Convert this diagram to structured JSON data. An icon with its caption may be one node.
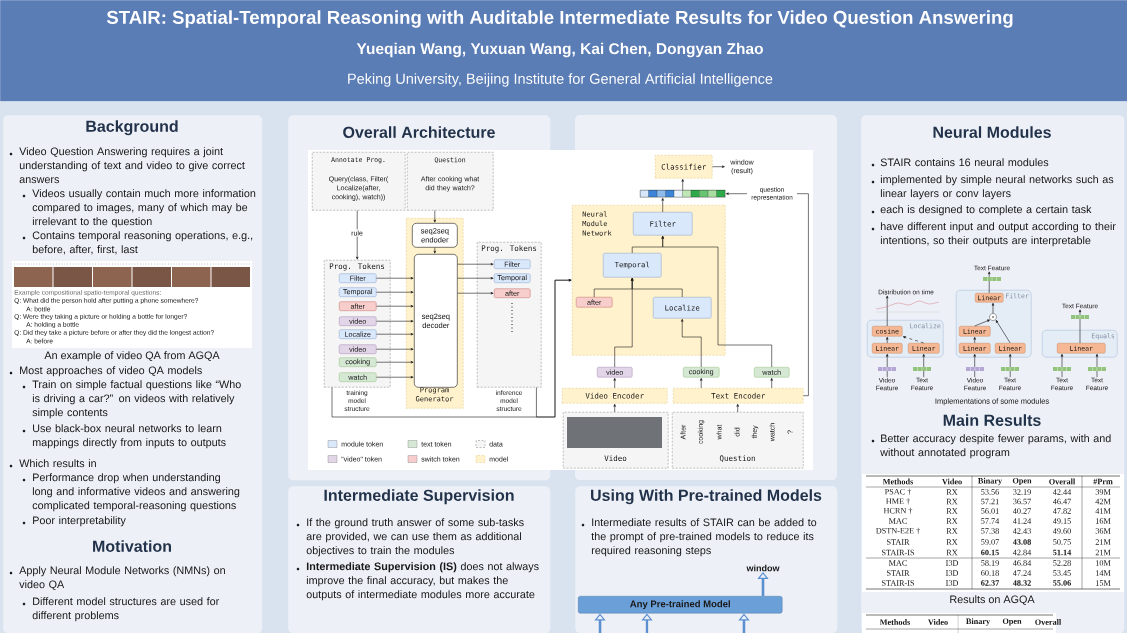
{
  "diagram": {
    "nodes": [
      {
        "text": [
          "STAIR: Spatial-Temporal Reasoning with Auditable Intermediate Results for Video Question Answering",
          "Yueqian Wang, Yuxuan Wang, Kai Chen, Dongyan Zhao",
          "Peking University, Beijing Institute for General Artificial Intelligence"
        ]
      },
      {
        "text": [
          "Background",
          "Video Question Answering requires a joint understanding of text and video to give correct answers",
          "Videos usually contain much more information compared to images, many of which may be irrelevant to the question",
          "Contains temporal reasoning operations, e.g., before, after, first, last",
          "An example of video QA from AGQA",
          "Most approaches of video QA models",
          "Train on simple factual questions like “Who is driving a car?” on videos with relatively simple contents",
          "Use black-box neural networks to learn mappings directly from inputs to outputs",
          "Which results in",
          "Performance drop when understanding long and informative videos and answering complicated temporal-reasoning questions",
          "Poor interpretability",
          "Motivation",
          "Apply Neural Module Networks (NMNs) on video QA",
          "Different model structures are used for different problems"
        ]
      },
      {
        "text": [
          "Overall Architecture"
        ]
      },
      {
        "text": [
          "Intermediate Supervision",
          "If the ground truth answer of some sub-tasks are provided, we can use them as additional objectives to train the modules",
          "**Intermediate Supervision (IS)** does not always improve the final accuracy, but makes the outputs of intermediate modules more accurate"
        ]
      },
      {
        "text": [
          "Using With Pre-trained Models",
          "Intermediate results of STAIR can be added to the prompt of pre-trained models to reduce its required reasoning steps"
        ]
      },
      {
        "text": [
          "Neural Modules",
          "STAIR contains 16 neural modules",
          "implemented by simple neural networks such as linear layers or conv layers",
          "each is designed to complete a certain task",
          "have different input and output according to their intentions, so their outputs are interpretable",
          "Implementations of some modules",
          "Main Results",
          "Better accuracy despite fewer params, with and without annotated program",
          "Results on AGQA"
        ]
      },
      {
        "text": [
          "Annotate Prog.",
          "Query(class, Filter( Localize(after, cooking), watch))"
        ],
        "in": 2
      },
      {
        "text": [
          "Question",
          "After cooking what did they watch?"
        ],
        "in": 2
      },
      {
        "text": [
          "Program Generator"
        ],
        "in": 2
      },
      {
        "text": [
          "seq2seq endoder"
        ],
        "in": 8
      },
      {
        "text": [
          "seq2seq decoder"
        ],
        "in": 8
      },
      {
        "text": [
          "Prog. Tokens"
        ],
        "beside": [
          "training model structure"
        ],
        "in": 2
      },
      {
        "text": [
          "Filter"
        ],
        "in": 11
      },
      {
        "text": [
          "Temporal"
        ],
        "in": 11
      },
      {
        "text": [
          "after"
        ],
        "in": 11
      },
      {
        "text": [
          "video"
        ],
        "in": 11
      },
      {
        "text": [
          "Localize"
        ],
        "in": 11
      },
      {
        "text": [
          "video"
        ],
        "in": 11
      },
      {
        "text": [
          "cooking"
        ],
        "in": 11
      },
      {
        "text": [
          "watch"
        ],
        "in": 11
      },
      {
        "text": [
          "Prog. Tokens"
        ],
        "beside": [
          "inference model structure"
        ],
        "in": 2
      },
      {
        "text": [
          "Filter"
        ],
        "in": 20
      },
      {
        "text": [
          "Temporal"
        ],
        "in": 20
      },
      {
        "text": [
          "after"
        ],
        "in": 20
      },
      {
        "text": [
          "Neural Module Network"
        ]
      },
      {
        "text": [
          "Filter"
        ],
        "in": 24
      },
      {
        "text": [
          "Temporal"
        ],
        "in": 24
      },
      {
        "text": [
          "after"
        ],
        "in": 24
      },
      {
        "text": [
          "Localize"
        ],
        "in": 24
      },
      {
        "text": [
          "Classifier"
        ]
      },
      {
        "text": [],
        "shape": "bar"
      },
      {
        "text": [
          "window (result)"
        ]
      },
      {
        "text": [
          "video"
        ]
      },
      {
        "text": [
          "cooking"
        ]
      },
      {
        "text": [
          "watch"
        ]
      },
      {
        "text": [
          "Video Encoder"
        ]
      },
      {
        "text": [
          "Text Encoder"
        ]
      },
      {
        "text": [
          "Video"
        ]
      },
      {
        "text": [
          "After",
          "cooking",
          "what",
          "did",
          "they",
          "watch",
          "?",
          "Question"
        ]
      },
      {
        "text": [
          "Localize"
        ],
        "in": 5
      },
      {
        "text": [
          "cosine"
        ],
        "in": 39
      },
      {
        "text": [
          "Linear"
        ],
        "in": 39
      },
      {
        "text": [
          "Linear"
        ],
        "in": 39
      },
      {
        "text": [
          "Distribution on time"
        ],
        "in": 5
      },
      {
        "text": [
          "Video Feature"
        ],
        "in": 5
      },
      {
        "text": [
          "Text Feature"
        ],
        "in": 5
      },
      {
        "text": [
          "Filter"
        ],
        "in": 5
      },
      {
        "text": [
          "Linear"
        ],
        "in": 46
      },
      {
        "text": [],
        "shape": "circle",
        "in": 46
      },
      {
        "text": [
          "Linear"
        ],
        "in": 46
      },
      {
        "text": [
          "Linear"
        ],
        "in": 46
      },
      {
        "text": [
          "Linear"
        ],
        "in": 46
      },
      {
        "text": [
          "Text Feature"
        ],
        "in": 5
      },
      {
        "text": [
          "Video Feature"
        ],
        "in": 5
      },
      {
        "text": [
          "Text Feature"
        ],
        "in": 5
      },
      {
        "text": [
          "Equals"
        ],
        "in": 5
      },
      {
        "text": [
          "Linear"
        ],
        "in": 55
      },
      {
        "text": [
          "Text Feature"
        ],
        "in": 5
      },
      {
        "text": [
          "Text Feature"
        ],
        "in": 5
      },
      {
        "text": [
          "Text Feature"
        ],
        "in": 5
      },
      {
        "text": [
          "window"
        ],
        "in": 4
      },
      {
        "text": [
          "Any Pre-trained Model"
        ],
        "in": 4
      }
    ],
    "edges": [
      {
        "from": 6,
        "to": 11,
        "arrow": "to",
        "label": "rule"
      },
      {
        "from": 7,
        "to": 9,
        "arrow": "to"
      },
      {
        "from": 9,
        "to": 10,
        "arrow": "to"
      },
      {
        "from": 12,
        "to": 10,
        "arrow": "to"
      },
      {
        "from": 13,
        "to": 10,
        "arrow": "to"
      },
      {
        "from": 14,
        "to": 10,
        "arrow": "to"
      },
      {
        "from": 15,
        "to": 10,
        "arrow": "to"
      },
      {
        "from": 16,
        "to": 10,
        "arrow": "to"
      },
      {
        "from": 17,
        "to": 10,
        "arrow": "to"
      },
      {
        "from": 18,
        "to": 10,
        "arrow": "to"
      },
      {
        "from": 19,
        "to": 10,
        "arrow": "to"
      },
      {
        "from": 10,
        "to": 21,
        "arrow": "to"
      },
      {
        "from": 10,
        "to": 22,
        "arrow": "to"
      },
      {
        "from": 10,
        "to": 23,
        "arrow": "to"
      },
      {
        "from": 11,
        "to": 24,
        "arrow": "to"
      },
      {
        "from": 20,
        "to": 24,
        "arrow": "to"
      },
      {
        "from": 30,
        "to": 29,
        "arrow": "to"
      },
      {
        "from": 29,
        "to": 31,
        "arrow": "to"
      },
      {
        "from": 36,
        "to": 30,
        "arrow": "to",
        "label": "question representation"
      },
      {
        "from": 25,
        "to": 30,
        "arrow": "to"
      },
      {
        "from": 26,
        "to": 25,
        "arrow": "to"
      },
      {
        "from": 34,
        "to": 25,
        "arrow": "to"
      },
      {
        "from": 32,
        "to": 26,
        "arrow": "to"
      },
      {
        "from": 27,
        "to": 26,
        "arrow": "to"
      },
      {
        "from": 28,
        "to": 26,
        "arrow": "to"
      },
      {
        "from": 33,
        "to": 28,
        "arrow": "to"
      },
      {
        "from": 35,
        "to": 32,
        "arrow": "to"
      },
      {
        "from": 36,
        "to": 33,
        "arrow": "to"
      },
      {
        "from": 36,
        "to": 34,
        "arrow": "to"
      },
      {
        "from": 37,
        "to": 35,
        "arrow": "to"
      },
      {
        "from": 38,
        "to": 36,
        "arrow": "to"
      },
      {
        "from": 44,
        "to": 41,
        "arrow": "to"
      },
      {
        "from": 45,
        "to": 42,
        "arrow": "to"
      },
      {
        "from": 41,
        "to": 40,
        "arrow": "to"
      },
      {
        "from": 42,
        "to": 40,
        "arrow": "to",
        "style": "dashed"
      },
      {
        "from": 40,
        "to": 43,
        "arrow": "to"
      },
      {
        "from": 53,
        "to": 50,
        "arrow": "to"
      },
      {
        "from": 54,
        "to": 51,
        "arrow": "to"
      },
      {
        "from": 50,
        "to": 49,
        "arrow": "to"
      },
      {
        "from": 49,
        "to": 48,
        "arrow": "to"
      },
      {
        "from": 51,
        "to": 48,
        "arrow": "to"
      },
      {
        "from": 48,
        "to": 47,
        "arrow": "to"
      },
      {
        "from": 47,
        "to": 52,
        "arrow": "to"
      },
      {
        "from": 58,
        "to": 56,
        "arrow": "to"
      },
      {
        "from": 59,
        "to": 56,
        "arrow": "to"
      },
      {
        "from": 56,
        "to": 57,
        "arrow": "to"
      },
      {
        "from": 61,
        "to": 60,
        "arrow": "to",
        "style": "thick",
        "color": "#5b8fd0"
      },
      {
        "from": null,
        "to": 61,
        "arrow": "to",
        "style": "thick",
        "color": "#5b8fd0"
      },
      {
        "from": null,
        "to": 61,
        "arrow": "to",
        "style": "thick",
        "color": "#5b8fd0"
      },
      {
        "from": null,
        "to": 61,
        "arrow": "to",
        "style": "thick",
        "color": "#5b8fd0"
      }
    ],
    "labels": [
      "Example compositional spatio-temporal questions:",
      "Q: What did the person hold after putting a phone somewhere?",
      "A: bottle",
      "Q: Were they taking a picture or holding a bottle for longer?",
      "A: holding a bottle",
      "Q: Did they take a picture before or after they did the longest action?",
      "A: before",
      "Methods",
      "Video",
      "Binary",
      "Open",
      "Overall",
      "#Prm",
      "PSAC †",
      "RX",
      "53.56",
      "32.19",
      "42.44",
      "39M",
      "HME †",
      "RX",
      "57.21",
      "36.57",
      "46.47",
      "42M",
      "HCRN †",
      "RX",
      "56.01",
      "40.27",
      "47.82",
      "41M",
      "MAC",
      "RX",
      "57.74",
      "41.24",
      "49.15",
      "16M",
      "DSTN-E2E †",
      "RX",
      "57.38",
      "42.43",
      "49.60",
      "36M",
      "STAIR",
      "RX",
      "59.07",
      "43.08",
      "50.75",
      "21M",
      "STAIR-IS",
      "RX",
      "60.15",
      "42.84",
      "51.14",
      "21M",
      "MAC",
      "I3D",
      "58.19",
      "46.84",
      "52.28",
      "10M",
      "STAIR",
      "I3D",
      "60.18",
      "47.24",
      "53.45",
      "14M",
      "STAIR-IS",
      "I3D",
      "62.37",
      "48.32",
      "55.06",
      "15M",
      "Methods",
      "Video",
      "Binary",
      "Open",
      "Overall"
    ],
    "legend": [
      {
        "text": "module token",
        "color": "#dae8fc"
      },
      {
        "text": "text token",
        "color": "#d5e8d4"
      },
      {
        "text": "data"
      },
      {
        "text": "\"video\" token",
        "color": "#e1d5e7"
      },
      {
        "text": "switch token",
        "color": "#f8cecc"
      },
      {
        "text": "model"
      }
    ]
  }
}
